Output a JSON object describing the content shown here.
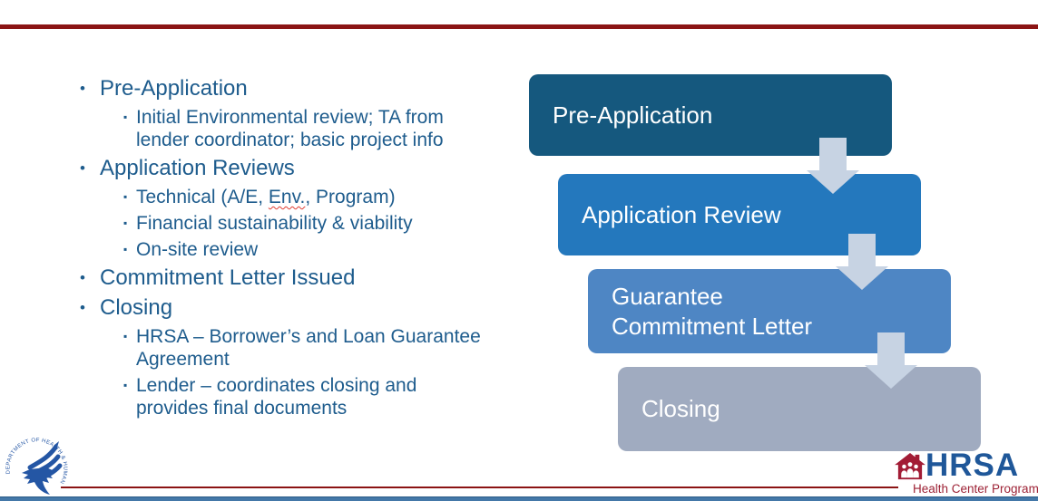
{
  "slide": {
    "bullets": [
      {
        "level": 1,
        "text": "Pre-Application"
      },
      {
        "level": 2,
        "text": "Initial Environmental review; TA from\nlender coordinator; basic project info"
      },
      {
        "level": 1,
        "text": "Application Reviews"
      },
      {
        "level": 2,
        "text_before": "Technical (A/E, ",
        "text_misspelled": "Env.",
        "text_after": ", Program)"
      },
      {
        "level": 2,
        "text": "Financial sustainability & viability"
      },
      {
        "level": 2,
        "text": "On-site review"
      },
      {
        "level": 1,
        "text": "Commitment Letter Issued"
      },
      {
        "level": 1,
        "text": "Closing"
      },
      {
        "level": 2,
        "text": "HRSA – Borrower’s and Loan Guarantee\nAgreement"
      },
      {
        "level": 2,
        "text": "Lender – coordinates closing and\nprovides final documents"
      }
    ],
    "markers": {
      "level1": "•",
      "level2": "▪"
    },
    "process_steps": [
      {
        "label": "Pre-Application",
        "color": "#15587e"
      },
      {
        "label": "Application Review",
        "color": "#2478bd"
      },
      {
        "label": "Guarantee\nCommitment Letter",
        "color": "#4e86c4"
      },
      {
        "label": "Closing",
        "color": "#a0abc0"
      }
    ]
  },
  "footer": {
    "hhs_seal_text": "DEPARTMENT OF HEALTH & HUMAN SERVICES USA",
    "hrsa_name": "HRSA",
    "hrsa_tagline": "Health Center Program"
  },
  "colors": {
    "top_rule": "#8b1414",
    "bottom_rule": "#8b1414",
    "bottom_bar": "#4478a8",
    "body_text": "#1e5c8d",
    "step_1": "#15587e",
    "step_2": "#2478bd",
    "step_3": "#4e86c4",
    "step_4": "#a0abc0",
    "arrow": "#c7d3e3",
    "hrsa_blue": "#1f5799",
    "hrsa_red": "#9d2235",
    "spellcheck_squiggle": "#e03c31"
  }
}
